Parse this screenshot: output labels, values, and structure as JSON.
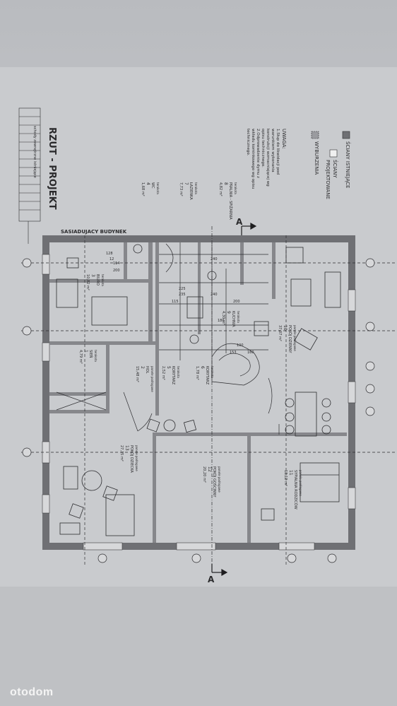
{
  "plan": {
    "title": "RZUT - PROJEKT",
    "neighbor_note": "SASIADUJACY BUDYNEK",
    "stairs_note": "schody zewnętrzne istniejące",
    "section_mark": "A",
    "colors": {
      "paper": "#c4c6c9",
      "wall": "#6d6e72",
      "line": "#2b2b2e"
    }
  },
  "legend": {
    "existing": "ŚCIANY ISTNIEJĄCE",
    "projected_1": "ŚCIANY",
    "projected_2": "PROJEKTOWANE",
    "demolition": "WYBURZENIA"
  },
  "notes": {
    "heading": "UWAGA:",
    "lines": [
      "1.Słup do likwidacji pod",
      "warunkiem wykonania",
      "konstrukcji wzmacniającej wg",
      "opisu technicznego.",
      "2.Odprowadzenie dymu z",
      "wkładu kominkowego wg opisu",
      "technicznego."
    ]
  },
  "rooms": [
    {
      "no": "4",
      "name": "WC",
      "area": "1,68 m²",
      "floor": "terakota"
    },
    {
      "no": "7",
      "name": "ŁAZIENKA",
      "area": "7,73 m²",
      "floor": "terakota"
    },
    {
      "no": "8",
      "name": "PRALNIA - SPIŻARNIA",
      "area": "4,82 m²",
      "floor": "terakota"
    },
    {
      "no": "9",
      "name": "KUCHNIA",
      "area": "4,30 m²",
      "floor": "terakota"
    },
    {
      "no": "10",
      "name": "POKÓJ DZIENNY",
      "area": "37,07 m²",
      "floor": "panele podłogowe"
    },
    {
      "no": "3",
      "name": "BIURO",
      "area": "10,82 m²",
      "floor": "terakota"
    },
    {
      "no": "6",
      "name": "KORYTARZ",
      "area": "1,78 m²",
      "floor": "terakota"
    },
    {
      "no": "5",
      "name": "KORYTARZ",
      "area": "2,52 m²",
      "floor": "terakota"
    },
    {
      "no": "2",
      "name": "HOL",
      "area": "15,48 m²",
      "floor": "panele podłogowe"
    },
    {
      "no": "1",
      "name": "SIEŃ",
      "area": "4,79 m²",
      "floor": "terakota"
    },
    {
      "no": "13",
      "name": "POKÓJ DZIECKA",
      "area": "27,35 m²",
      "floor": "panele podłogowe"
    },
    {
      "no": "12",
      "name": "POKÓJ GOŚCINNY",
      "area": "20,20 m²",
      "floor": "panele podłogowe"
    },
    {
      "no": "11",
      "name": "SYPIALNIA RODZICÓW",
      "area": "18,12 m²",
      "floor": "panele podłogowe"
    }
  ],
  "dims": [
    "240",
    "225",
    "235",
    "240",
    "180",
    "200",
    "115",
    "153",
    "160",
    "100",
    "128",
    "12",
    "114",
    "200"
  ],
  "watermark": "otodom"
}
